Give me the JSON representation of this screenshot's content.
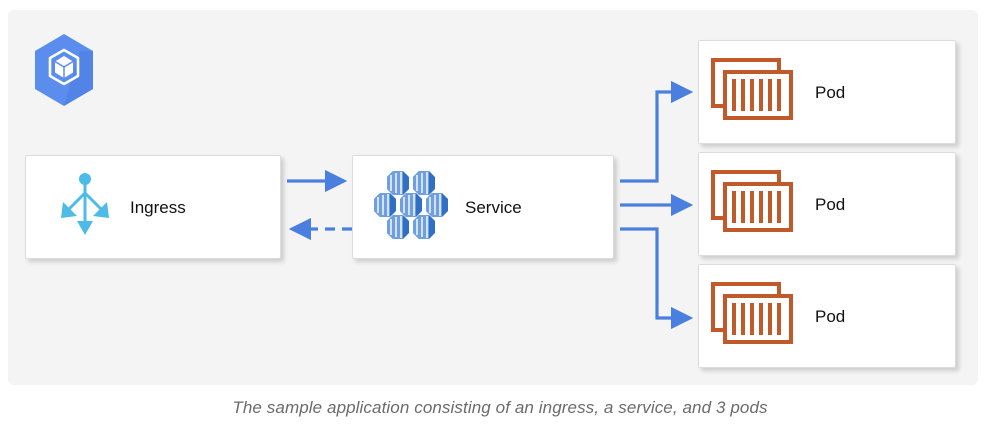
{
  "panel": {
    "background_color": "#f4f4f4"
  },
  "logo": {
    "name": "gke-kubernetes-logo",
    "fill_color": "#5b8def",
    "shade_color": "#4a7ce0",
    "glyph_color": "#ffffff"
  },
  "nodes": {
    "ingress": {
      "label": "Ingress",
      "icon": "ingress-splitter-icon",
      "icon_color": "#4cbbe8"
    },
    "service": {
      "label": "Service",
      "icon": "service-honeycomb-icon",
      "icon_color": "#2f70c4",
      "icon_color_light": "#6f9fe0"
    },
    "pods": [
      {
        "label": "Pod",
        "icon": "pod-containers-icon",
        "icon_color": "#c05a2b"
      },
      {
        "label": "Pod",
        "icon": "pod-containers-icon",
        "icon_color": "#c05a2b"
      },
      {
        "label": "Pod",
        "icon": "pod-containers-icon",
        "icon_color": "#c05a2b"
      }
    ]
  },
  "connectors": {
    "accent_color": "#4a7fe0",
    "edges": [
      {
        "name": "ingress-to-service",
        "from": "ingress",
        "to": "service",
        "style": "solid",
        "direction": "right"
      },
      {
        "name": "service-to-ingress",
        "from": "service",
        "to": "ingress",
        "style": "dashed",
        "direction": "left"
      },
      {
        "name": "service-to-pod-1",
        "from": "service",
        "to": "pod-1",
        "style": "solid",
        "direction": "right"
      },
      {
        "name": "service-to-pod-2",
        "from": "service",
        "to": "pod-2",
        "style": "solid",
        "direction": "right"
      },
      {
        "name": "service-to-pod-3",
        "from": "service",
        "to": "pod-3",
        "style": "solid",
        "direction": "right"
      }
    ]
  },
  "caption": {
    "text": "The sample application consisting of an ingress, a service, and 3 pods",
    "color": "#6b6b6b"
  }
}
